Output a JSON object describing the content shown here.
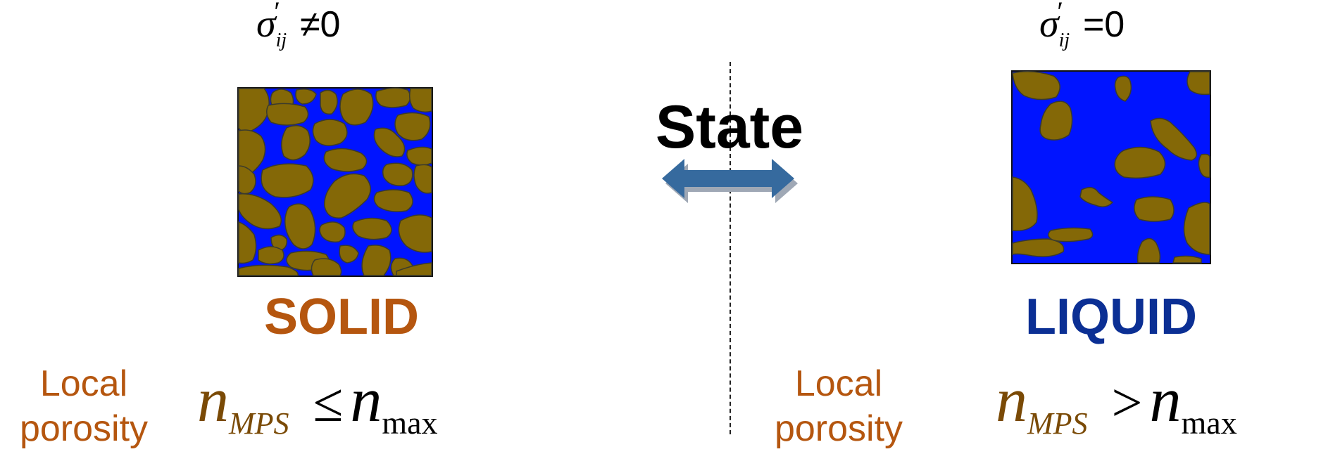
{
  "colors": {
    "solid_text": "#b5560f",
    "liquid_text": "#0b2f94",
    "porosity_text": "#b5560f",
    "grain_fill": "#846807",
    "water_fill": "#0014ff",
    "arrow_fill": "#366a9e"
  },
  "left": {
    "stress": {
      "symbol": "σ",
      "subscript": "ij",
      "prime": "′",
      "operator": "≠0"
    },
    "state_label": "SOLID",
    "porosity_label_line1": "Local",
    "porosity_label_line2": "porosity",
    "formula": {
      "n": "n",
      "subscript": "MPS",
      "operator": "≤",
      "n2": "n",
      "subscript2": "max"
    }
  },
  "right": {
    "stress": {
      "symbol": "σ",
      "subscript": "ij",
      "prime": "′",
      "operator": "=0"
    },
    "state_label": "LIQUID",
    "porosity_label_line1": "Local",
    "porosity_label_line2": "porosity",
    "formula": {
      "n": "n",
      "subscript": "MPS",
      "operator": ">",
      "n2": "n",
      "subscript2": "max"
    }
  },
  "center": {
    "title": "State",
    "arrow_icon": "double-arrow-icon"
  }
}
